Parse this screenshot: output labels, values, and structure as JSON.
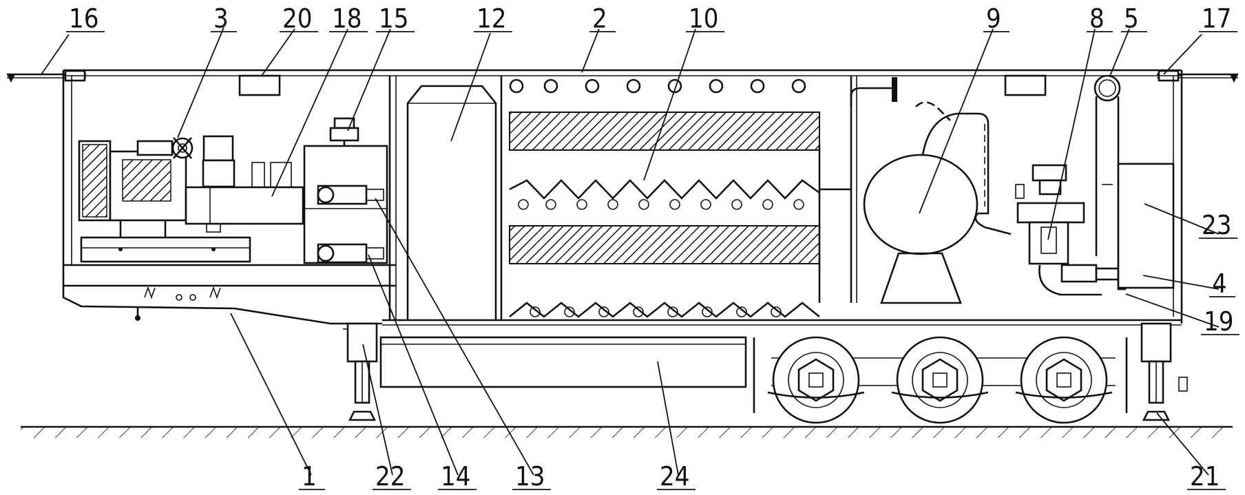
{
  "callouts": [
    {
      "id": "c16",
      "text": "16"
    },
    {
      "id": "c3",
      "text": "3"
    },
    {
      "id": "c20",
      "text": "20"
    },
    {
      "id": "c18",
      "text": "18"
    },
    {
      "id": "c15",
      "text": "15"
    },
    {
      "id": "c12",
      "text": "12"
    },
    {
      "id": "c2",
      "text": "2"
    },
    {
      "id": "c10",
      "text": "10"
    },
    {
      "id": "c9",
      "text": "9"
    },
    {
      "id": "c8",
      "text": "8"
    },
    {
      "id": "c5",
      "text": "5"
    },
    {
      "id": "c17",
      "text": "17"
    },
    {
      "id": "c23",
      "text": "23"
    },
    {
      "id": "c4",
      "text": "4"
    },
    {
      "id": "c19",
      "text": "19"
    },
    {
      "id": "c1",
      "text": "1"
    },
    {
      "id": "c22",
      "text": "22"
    },
    {
      "id": "c14",
      "text": "14"
    },
    {
      "id": "c13",
      "text": "13"
    },
    {
      "id": "c24",
      "text": "24"
    },
    {
      "id": "c21",
      "text": "21"
    }
  ]
}
